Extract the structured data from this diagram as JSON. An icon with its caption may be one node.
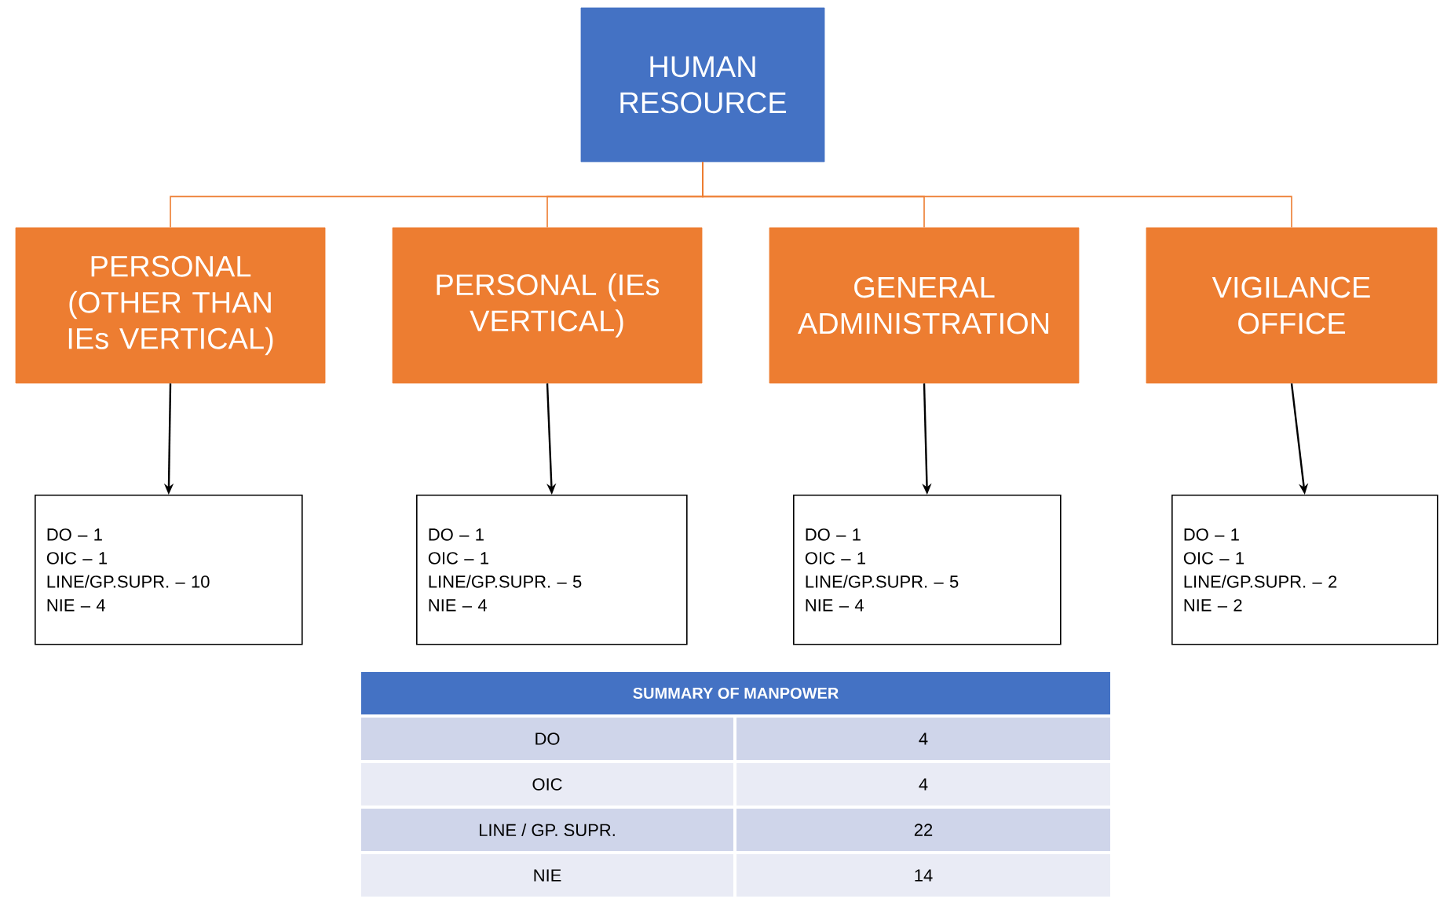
{
  "diagram": {
    "nodes": [
      {
        "text": [
          "HUMAN RESOURCE"
        ]
      },
      {
        "text": [
          "PERSONAL (OTHER THAN IEs VERTICAL)"
        ]
      },
      {
        "text": [
          "PERSONAL (IEs VERTICAL)"
        ]
      },
      {
        "text": [
          "GENERAL ADMINISTRATION"
        ]
      },
      {
        "text": [
          "VIGILANCE OFFICE"
        ]
      },
      {
        "text": [
          "DO – 1",
          "OIC – 1",
          "LINE/GP.SUPR. – 10",
          "NIE – 4"
        ]
      },
      {
        "text": [
          "DO – 1",
          "OIC – 1",
          "LINE/GP.SUPR. – 5",
          "NIE – 4"
        ]
      },
      {
        "text": [
          "DO – 1",
          "OIC – 1",
          "LINE/GP.SUPR. – 5",
          "NIE – 4"
        ]
      },
      {
        "text": [
          "DO – 1",
          "OIC – 1",
          "LINE/GP.SUPR. – 2",
          "NIE – 2"
        ]
      }
    ],
    "edges": [
      {
        "from": 0,
        "to": 1,
        "arrow": "none",
        "color": "#ed7d31"
      },
      {
        "from": 0,
        "to": 2,
        "arrow": "none",
        "color": "#ed7d31"
      },
      {
        "from": 0,
        "to": 3,
        "arrow": "none",
        "color": "#ed7d31"
      },
      {
        "from": 0,
        "to": 4,
        "arrow": "none",
        "color": "#ed7d31"
      },
      {
        "from": 1,
        "to": 5,
        "arrow": "to",
        "color": "#000000"
      },
      {
        "from": 2,
        "to": 6,
        "arrow": "to",
        "color": "#000000"
      },
      {
        "from": 3,
        "to": 7,
        "arrow": "to",
        "color": "#000000"
      },
      {
        "from": 4,
        "to": 8,
        "arrow": "to",
        "color": "#000000"
      }
    ],
    "labels": [
      "SUMMARY OF MANPOWER",
      "DO",
      "4",
      "OIC",
      "4",
      "LINE / GP. SUPR.",
      "22",
      "NIE",
      "14"
    ]
  }
}
